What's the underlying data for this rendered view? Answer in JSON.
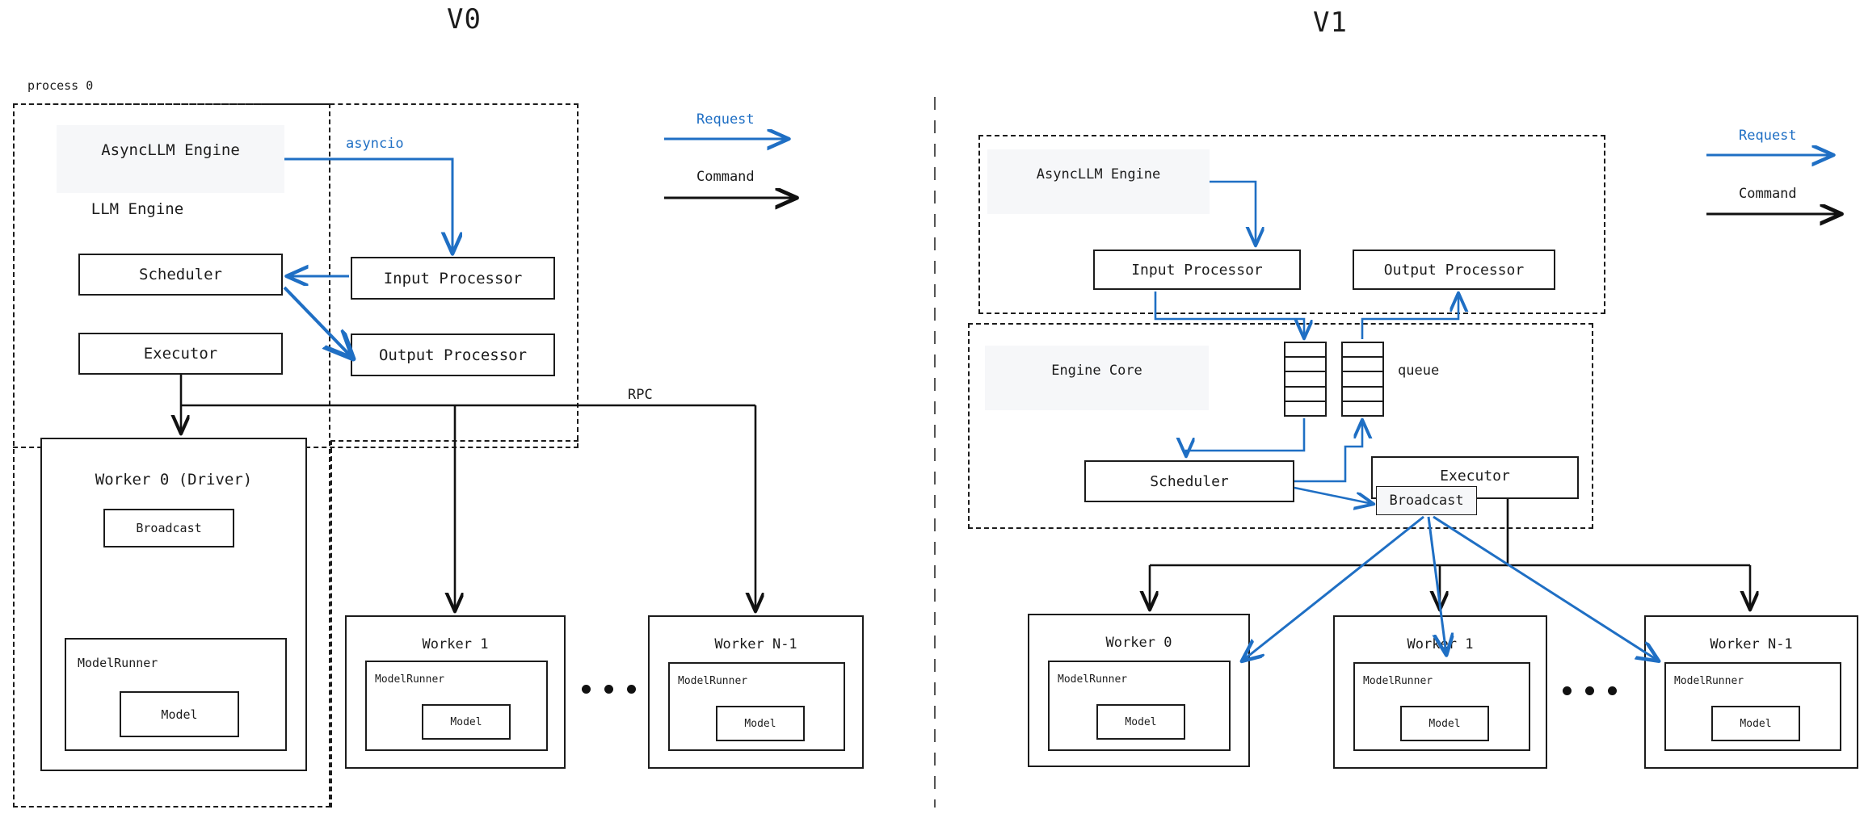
{
  "diagram": {
    "title_left": "V0",
    "title_right": "V1",
    "accent_blue": "#1f6fc4",
    "accent_black": "#111111",
    "shade_bg": "#f6f7f9"
  },
  "legend": {
    "request_label": "Request",
    "command_label": "Command"
  },
  "v0": {
    "process_label": "process 0",
    "engine_group": "AsyncLLM Engine",
    "engine_sub": "LLM Engine",
    "asyncio_label": "asyncio",
    "rpc_label": "RPC",
    "scheduler": "Scheduler",
    "input_processor": "Input Processor",
    "executor": "Executor",
    "output_processor": "Output Processor",
    "worker0": "Worker 0 (Driver)",
    "broadcast": "Broadcast",
    "modelrunner": "ModelRunner",
    "model": "Model",
    "worker1": "Worker 1",
    "workerN": "Worker N-1"
  },
  "v1": {
    "engine_group": "AsyncLLM Engine",
    "core_group": "Engine Core",
    "queue_label": "queue",
    "input_processor": "Input Processor",
    "output_processor": "Output Processor",
    "scheduler": "Scheduler",
    "executor": "Executor",
    "broadcast": "Broadcast",
    "modelrunner": "ModelRunner",
    "model": "Model",
    "worker0": "Worker 0",
    "worker1": "Worker 1",
    "workerN": "Worker N-1"
  }
}
